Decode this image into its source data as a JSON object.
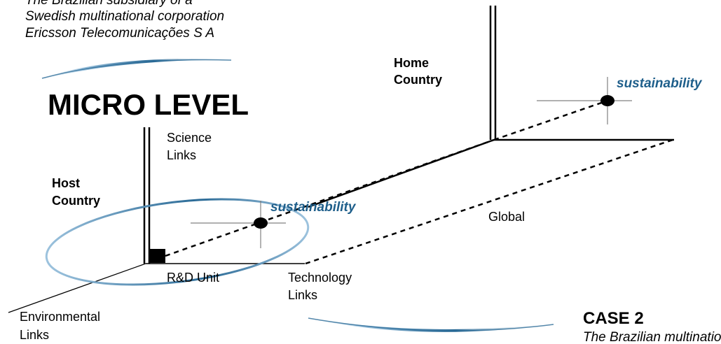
{
  "header": {
    "subtitle_line1": "The Brazilian subsidiary of a",
    "subtitle_line2": "Swedish multinational corporation",
    "subtitle_line3": "Ericsson Telecomunicações S A"
  },
  "micro_title": "MICRO LEVEL",
  "host": {
    "country_line1": "Host",
    "country_line2": "Country",
    "science_line1": "Science",
    "science_line2": "Links",
    "rd_unit": "R&D Unit",
    "technology_line1": "Technology",
    "technology_line2": "Links",
    "environmental_line1": "Environmental",
    "environmental_line2": "Links",
    "sustainability": "sustainability"
  },
  "home": {
    "country_line1": "Home",
    "country_line2": "Country",
    "global": "Global",
    "sustainability": "sustainability"
  },
  "case": {
    "title": "CASE 2",
    "caption": "The Brazilian multinational"
  },
  "colors": {
    "accent": "#1f5f8b",
    "swoosh_light": "#9dc3de",
    "swoosh_dark": "#2a6a96",
    "line": "#000000",
    "crosshair": "#808080"
  }
}
